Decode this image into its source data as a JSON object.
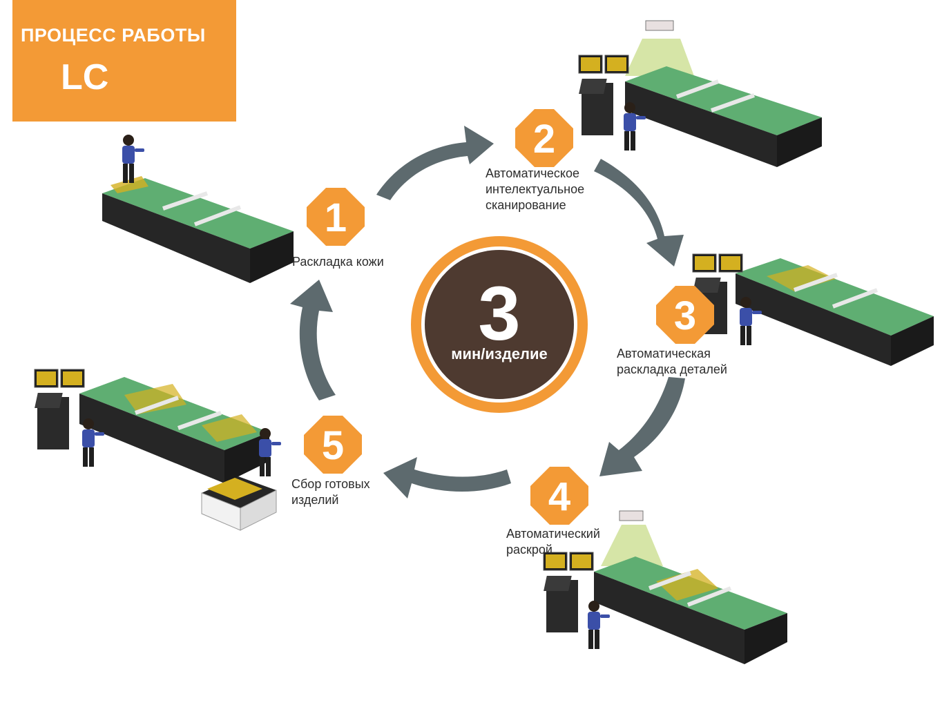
{
  "title": {
    "line1": "ПРОЦЕСС РАБОТЫ",
    "line2": "LC"
  },
  "center": {
    "number": "3",
    "unit": "мин/изделие"
  },
  "steps": [
    {
      "number": "1",
      "label_lines": [
        "Раскладка кожи"
      ]
    },
    {
      "number": "2",
      "label_lines": [
        "Автоматическое",
        "интелектуальное",
        "сканирование"
      ]
    },
    {
      "number": "3",
      "label_lines": [
        "Автоматическая",
        "раскладка деталей"
      ]
    },
    {
      "number": "4",
      "label_lines": [
        "Автоматический",
        "раскрой"
      ]
    },
    {
      "number": "5",
      "label_lines": [
        "Сбор готовых",
        "изделий"
      ]
    }
  ],
  "colors": {
    "orange": "#f39a36",
    "arrow": "#5d6a6e",
    "center_fill": "#4e3a30",
    "table_green": "#5fae72",
    "table_body": "#262626",
    "worker_shirt": "#3b4fa8",
    "scanner_beam": "#c8dc8a"
  }
}
